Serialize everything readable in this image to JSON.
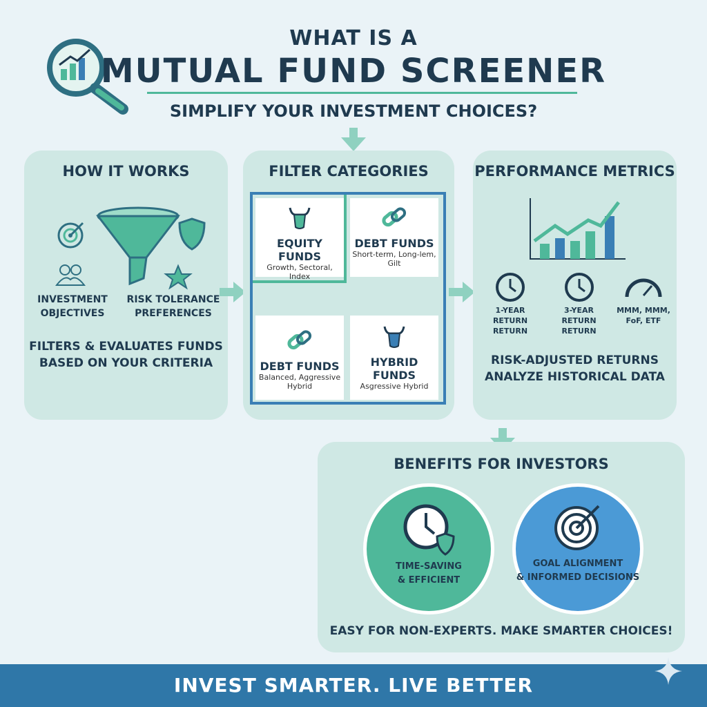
{
  "header": {
    "line1": "WHAT IS A",
    "title": "MUTUAL FUND SCREENER",
    "subtitle": "SIMPLIFY YOUR INVESTMENT CHOICES?"
  },
  "how_it_works": {
    "title": "HOW IT WORKS",
    "items": [
      "INVESTMENT\nOBJECTIVES",
      "RISK TOLERANCE\nPREFERENCES"
    ],
    "item1": "INVESTMENT",
    "item1b": "OBJECTIVES",
    "item2": "RISK TOLERANCE",
    "item2b": "PREFERENCES",
    "desc1": "FILTERS & EVALUATES FUNDS",
    "desc2": "BASED ON YOUR CRITERIA"
  },
  "filter_categories": {
    "title": "FILTER CATEGORIES",
    "cards": [
      {
        "name": "EQUITY FUNDS",
        "sub": "Growth, Sectoral, Index",
        "icon": "bull-icon"
      },
      {
        "name": "DEBT FUNDS",
        "sub": "Short-term, Long-lem, Gilt",
        "icon": "chain-link-icon"
      },
      {
        "name": "DEBT FUNDS",
        "sub": "Balanced, Aggressive Hybrid",
        "icon": "chain-link-icon"
      },
      {
        "name": "HYBRID FUNDS",
        "sub": "Asgressive Hybrid",
        "icon": "bull-icon"
      }
    ]
  },
  "performance_metrics": {
    "title": "PERFORMANCE METRICS",
    "metrics": [
      {
        "l1": "1-YEAR RETURN",
        "l2": "RETURN",
        "icon": "clock-icon"
      },
      {
        "l1": "3-YEAR RETURN",
        "l2": "RETURN",
        "icon": "clock-icon"
      },
      {
        "l1": "MMM, MMM,",
        "l2": "FoF, ETF",
        "icon": "gauge-icon"
      }
    ],
    "desc1": "RISK-ADJUSTED RETURNS",
    "desc2": "ANALYZE HISTORICAL DATA"
  },
  "benefits": {
    "title": "BENEFITS FOR INVESTORS",
    "items": [
      {
        "l1": "TIME-SAVING",
        "l2": "& EFFICIENT",
        "icon": "clock-shield-icon"
      },
      {
        "l1": "GOAL ALIGNMENT",
        "l2": "& INFORMED DECISIONS",
        "icon": "target-icon"
      }
    ],
    "tagline": "EASY FOR NON-EXPERTS. MAKE SMARTER CHOICES!"
  },
  "footer": {
    "text": "INVEST SMARTER. LIVE BETTER"
  },
  "colors": {
    "teal": "#4fb89a",
    "blue": "#3a7fb5",
    "navy": "#1f3a4f",
    "panel": "#cfe8e4",
    "footer": "#2f77a8"
  }
}
